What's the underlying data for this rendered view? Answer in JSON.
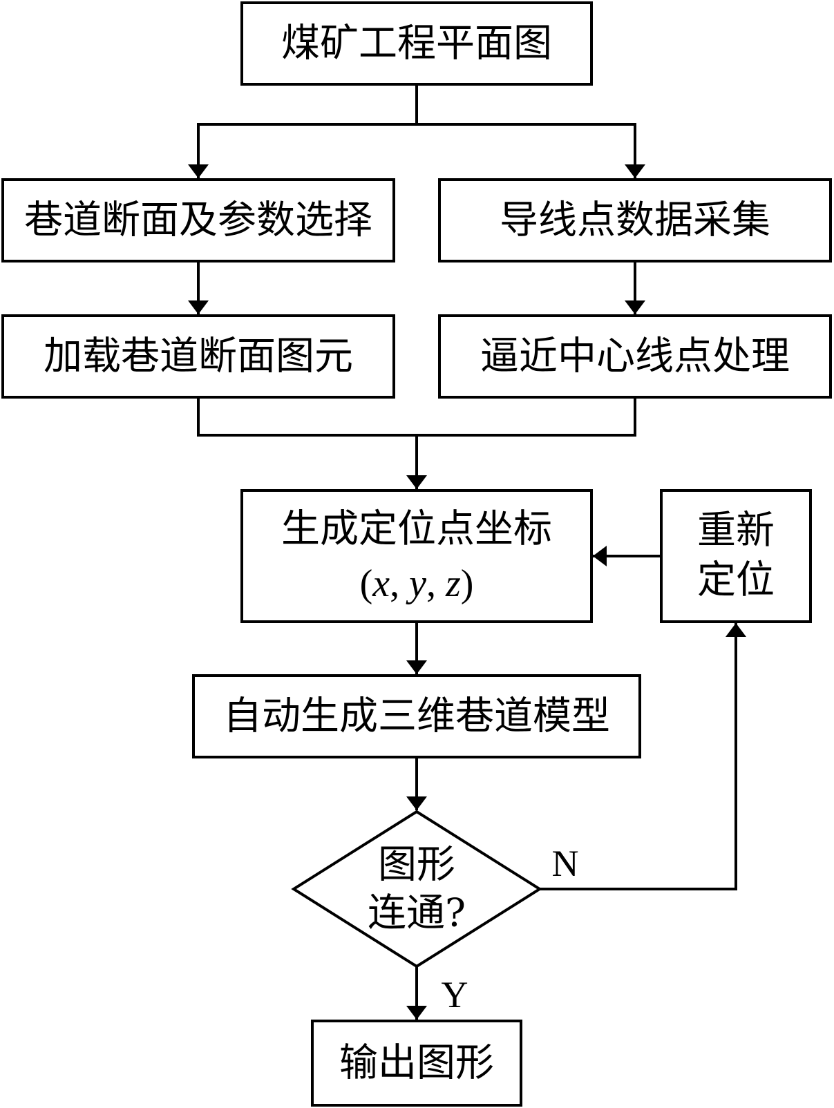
{
  "nodes": {
    "plan": "煤矿工程平面图",
    "section_select": "巷道断面及参数选择",
    "traverse_collect": "导线点数据采集",
    "load_section": "加载巷道断面图元",
    "center_process": "逼近中心线点处理",
    "gen_coords": "生成定位点坐标",
    "coord_open": "(",
    "coord_x": "x",
    "coord_sep1": ", ",
    "coord_y": "y",
    "coord_sep2": ", ",
    "coord_z": "z",
    "coord_close": ")",
    "relocate_line1": "重新",
    "relocate_line2": "定位",
    "auto_model": "自动生成三维巷道模型",
    "decision_line1": "图形",
    "decision_line2": "连通?",
    "output": "输出图形"
  },
  "edge_labels": {
    "no": "N",
    "yes": "Y"
  }
}
